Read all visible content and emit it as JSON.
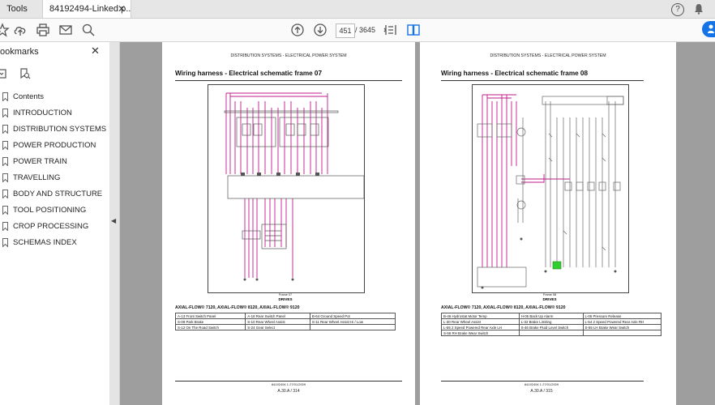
{
  "tabs": {
    "tools": "Tools",
    "document": "84192494-Linked p..."
  },
  "toolbar": {
    "current_page": "451",
    "page_count": "/  3645"
  },
  "sidebar": {
    "title": "ookmarks",
    "items": [
      "Contents",
      "INTRODUCTION",
      "DISTRIBUTION SYSTEMS",
      "POWER PRODUCTION",
      "POWER TRAIN",
      "TRAVELLING",
      "BODY AND STRUCTURE",
      "TOOL POSITIONING",
      "CROP PROCESSING",
      "SCHEMAS INDEX"
    ]
  },
  "left_page": {
    "running_header": "DISTRIBUTION SYSTEMS - ELECTRICAL POWER SYSTEM",
    "title": "Wiring harness - Electrical schematic frame 07",
    "fig_label": "Frame 07",
    "drives": "DRIVES",
    "models": "AXIAL-FLOW® 7120, AXIAL-FLOW® 8120, AXIAL-FLOW® 9120",
    "legend": [
      [
        "A-13 Front Switch Panel",
        "A-18 Rear Switch Panel",
        "B-64 Ground Speed Pot"
      ],
      [
        "S-09 Park Brake",
        "S-10 Rear Wheel Assist",
        "S-11 Rear Wheel Assist Hi / Low"
      ],
      [
        "S-12 On The Road Switch",
        "S-24 Gear Select",
        ""
      ]
    ],
    "footer_code": "84192494 1 27/01/2009",
    "footer_page": "A.30.A / 314"
  },
  "right_page": {
    "running_header": "DISTRIBUTION SYSTEMS - ELECTRICAL POWER SYSTEM",
    "title": "Wiring harness - Electrical schematic frame 08",
    "fig_label": "Frame 08",
    "drives": "DRIVES",
    "models": "AXIAL-FLOW® 7120, AXIAL-FLOW® 8120, AXIAL-FLOW® 9120",
    "legend": [
      [
        "B-46 Hydrostat Motor Temp",
        "H-05 Back Up Alarm",
        "L-05 Pressure Release"
      ],
      [
        "L-30 Rear Wheel Assist",
        "L-32 Brake Limiting",
        "L-54 2 Speed Powered Rear Axle RH"
      ],
      [
        "L-55 2 Speed Powered Rear Axle LH",
        "S-46 Brake Fluid Level Switch",
        "S-55 LH Brake Wear Switch"
      ],
      [
        "S-56 RH Brake Wear Switch",
        "",
        ""
      ]
    ],
    "footer_code": "84192494 1 27/01/2009",
    "footer_page": "A.30.A / 315"
  },
  "colors": {
    "wire_pink": "#c2188b",
    "wire_gray": "#666666",
    "connector_green": "#33cc33",
    "accent_blue": "#1473e6"
  }
}
